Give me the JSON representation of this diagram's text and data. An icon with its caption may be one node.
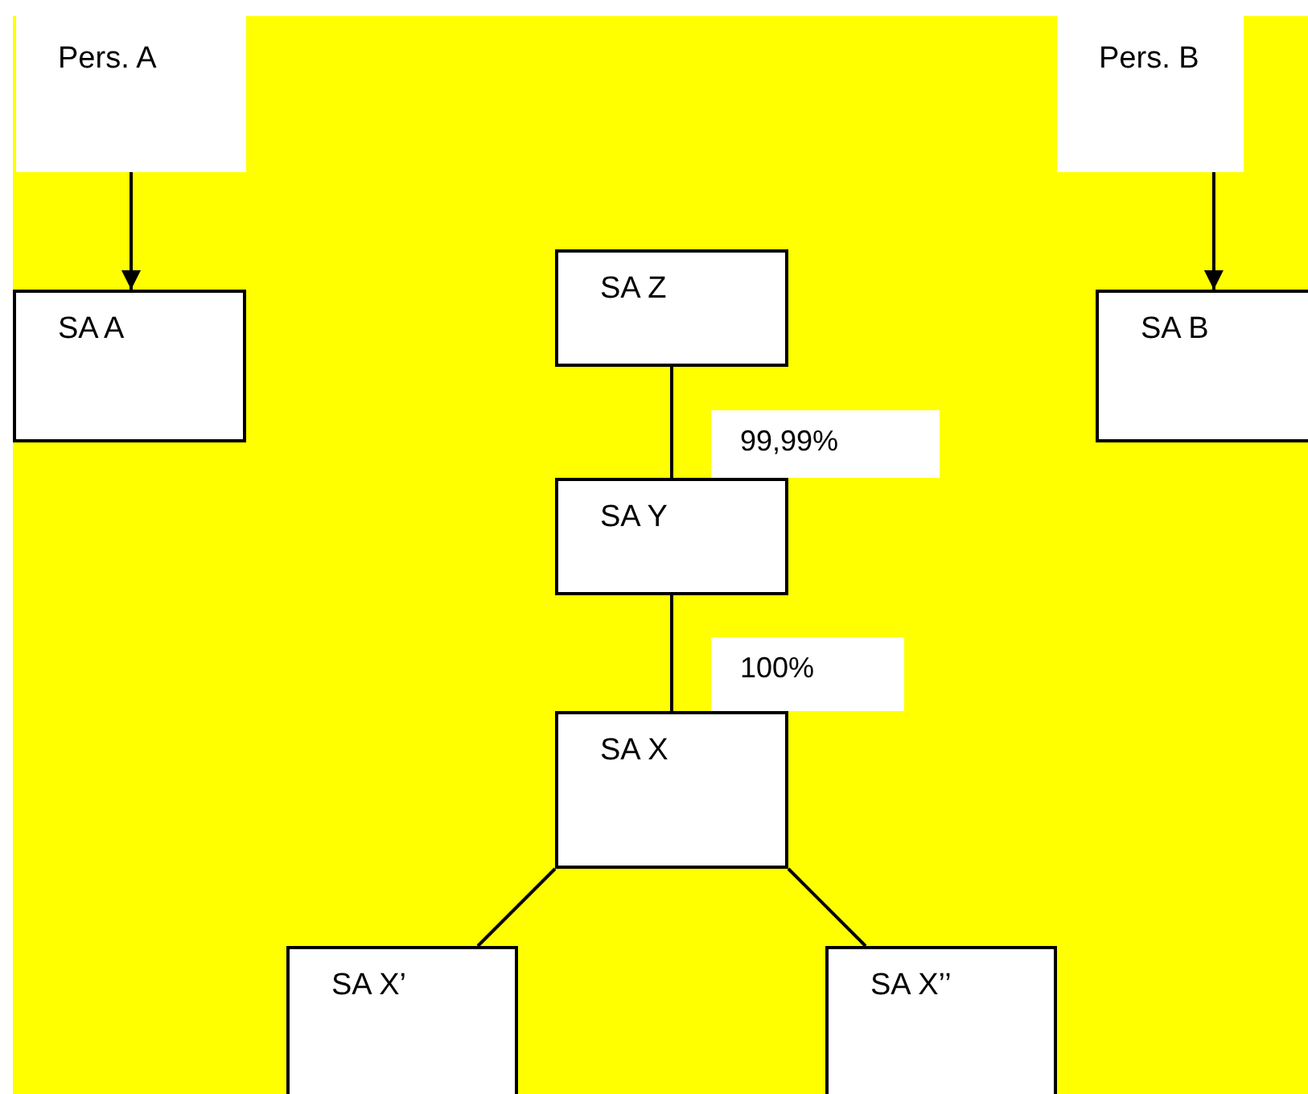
{
  "diagram": {
    "nodes": [
      {
        "text": [
          "Pers. A"
        ]
      },
      {
        "text": [
          "Pers. B"
        ]
      },
      {
        "text": [
          "SA A"
        ]
      },
      {
        "text": [
          "SA Z"
        ]
      },
      {
        "text": [
          "SA B"
        ]
      },
      {
        "text": [
          "SA Y"
        ]
      },
      {
        "text": [
          "SA X"
        ]
      },
      {
        "text": [
          "SA X’"
        ]
      },
      {
        "text": [
          "SA X’’"
        ]
      }
    ],
    "edges": [
      {
        "from": 0,
        "to": 2,
        "arrow": "to"
      },
      {
        "from": 1,
        "to": 4,
        "arrow": "to"
      },
      {
        "from": 3,
        "to": 5,
        "arrow": "none",
        "label": "99,99%"
      },
      {
        "from": 5,
        "to": 6,
        "arrow": "none",
        "label": "100%"
      },
      {
        "from": 6,
        "to": 7,
        "arrow": "none"
      },
      {
        "from": 6,
        "to": 8,
        "arrow": "none"
      }
    ]
  }
}
